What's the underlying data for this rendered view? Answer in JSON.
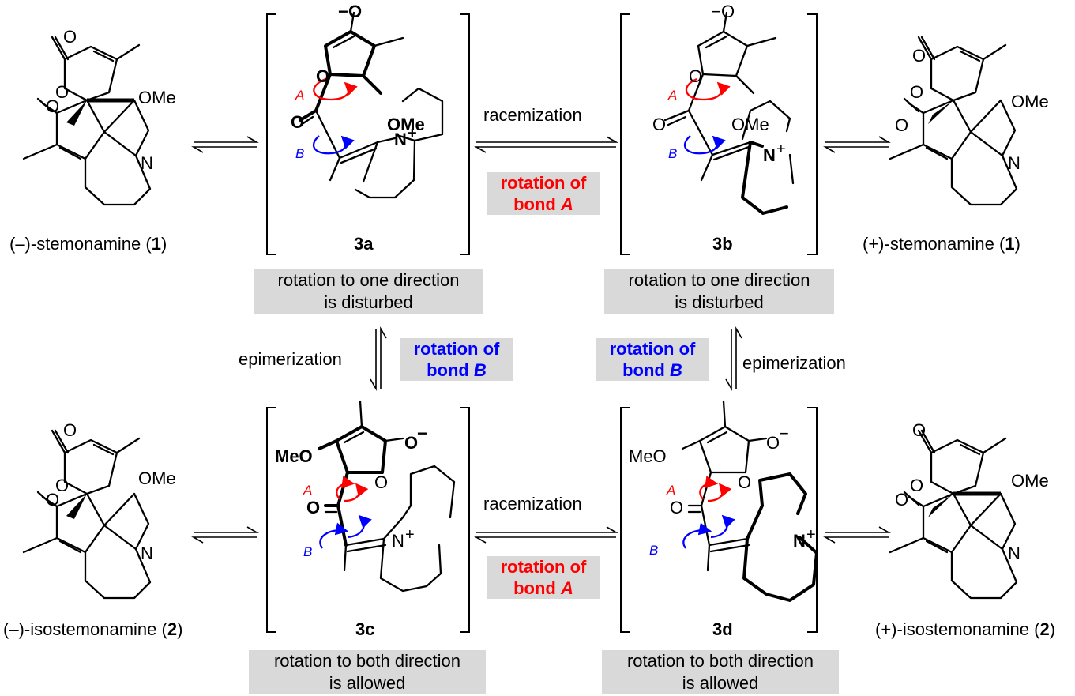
{
  "compounds": {
    "stem_minus": "(–)-stemonamine (",
    "stem_plus": "(+)-stemonamine (",
    "stem_num": "1",
    "iso_minus": "(–)-isostemonamine (",
    "iso_plus": "(+)-isostemonamine (",
    "iso_num": "2",
    "close": ")"
  },
  "intermediates": {
    "a": "3a",
    "b": "3b",
    "c": "3c",
    "d": "3d"
  },
  "atoms": {
    "O": "O",
    "N": "N",
    "OMe": "OMe",
    "MeO": "MeO",
    "minus": "−",
    "plus": "+",
    "bondA": "A",
    "bondB": "B"
  },
  "processes": {
    "racemization": "racemization",
    "epimerization": "epimerization"
  },
  "keys": {
    "rotA_line1": "rotation of",
    "rotA_line2": "bond ",
    "rotA_letter": "A",
    "rotB_line1": "rotation of",
    "rotB_line2": "bond ",
    "rotB_letter": "B"
  },
  "captions": {
    "disturbed_line1": "rotation to one direction",
    "disturbed_line2": "is disturbed",
    "allowed_line1": "rotation to both direction",
    "allowed_line2": "is allowed"
  },
  "colors": {
    "red": "#ff0000",
    "blue": "#0000ff",
    "caption_bg": "#d9d9d9"
  }
}
